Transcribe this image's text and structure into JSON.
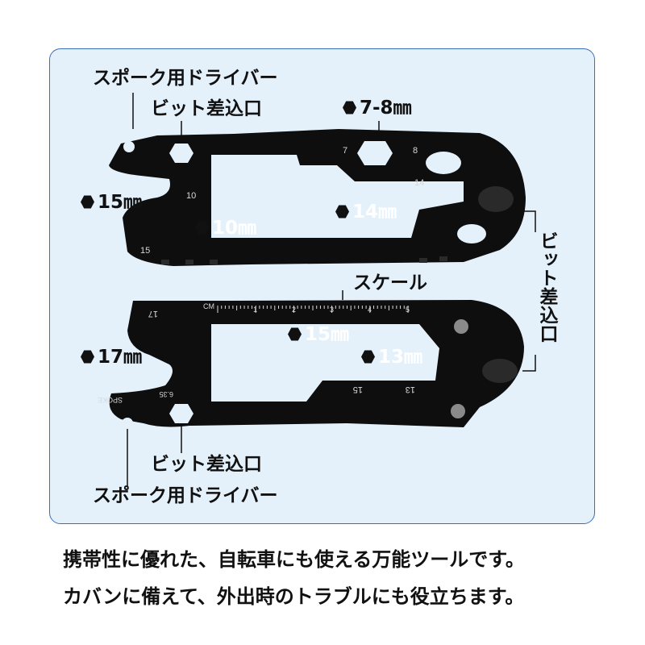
{
  "labels": {
    "spoke_top": "スポーク用ドライバー",
    "bit_top": "ビット差込口",
    "hex78": "7-8㎜",
    "hex15": "15㎜",
    "hex10": "10㎜",
    "hex14": "14㎜",
    "scale": "スケール",
    "bit_right": "ビット差込口",
    "hex15b": "15㎜",
    "hex17": "17㎜",
    "hex13": "13㎜",
    "bit_bottom": "ビット差込口",
    "spoke_bottom": "スポーク用ドライバー"
  },
  "engravings": {
    "n7": "7",
    "n8": "8",
    "n14": "14",
    "n10": "10",
    "n15": "15",
    "b17": "17",
    "b635": "6.35",
    "b15": "15",
    "b13": "13",
    "spoke": "SPOKE",
    "cm": "CM",
    "r1": "1",
    "r2": "2",
    "r3": "3",
    "r4": "4",
    "r5": "5"
  },
  "caption": {
    "line1": "携帯性に優れた、自転車にも使える万能ツールです。",
    "line2": "カバンに備えて、外出時のトラブルにも役立ちます。"
  },
  "colors": {
    "panel_bg": "#e4f1fb",
    "panel_border": "#3b6fb6",
    "tool": "#0e0e0e"
  }
}
